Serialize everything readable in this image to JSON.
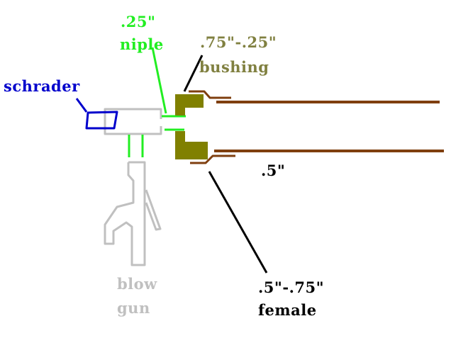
{
  "colors": {
    "background": "#ffffff",
    "schrader": "#0000cc",
    "nipple": "#22ee22",
    "bushing": "#808000",
    "pipe": "#7f3f0f",
    "blowgun": "#c0c0c0",
    "leader": "#000000",
    "female_text": "#000000",
    "pipe_text": "#000000"
  },
  "labels": {
    "nipple_size": ".25\"",
    "nipple_name": "niple",
    "bushing_size": ".75\"-.25\"",
    "bushing_name": "bushing",
    "schrader_name": "schrader",
    "pipe_size": ".5\"",
    "female_size": ".5\"-.75\"",
    "female_name": "female",
    "blowgun_line1": "blow",
    "blowgun_line2": "gun"
  }
}
